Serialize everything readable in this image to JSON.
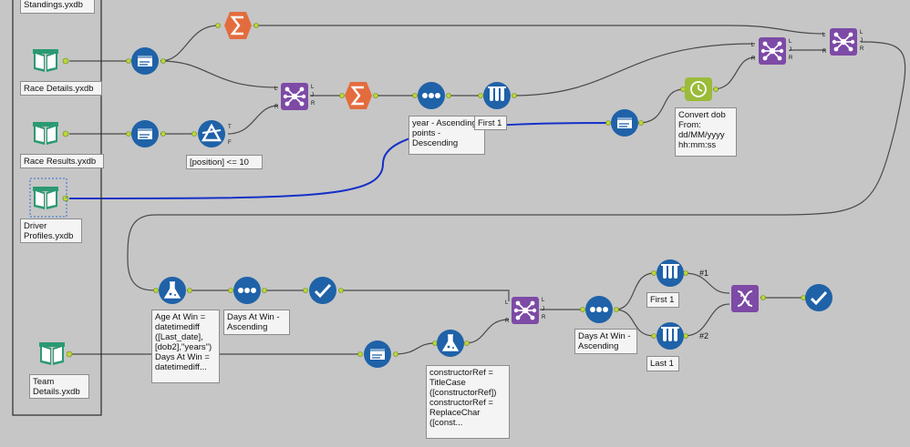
{
  "inputs": {
    "standings": "Standings.yxdb",
    "race_details": "Race Details.yxdb",
    "race_results": "Race Results.yxdb",
    "driver_profiles": "Driver\nProfiles.yxdb",
    "team_details": "Team\nDetails.yxdb"
  },
  "annotations": {
    "filter_position": "[position] <= 10",
    "sort_year_points": "year - Ascending\npoints -\nDescending",
    "sample_first1_top": "First 1",
    "datetime_convert": "Convert dob\nFrom:\ndd/MM/yyyy\nhh:mm:ss",
    "formula_age": "Age At Win =\ndatetimediff\n([Last_date],\n[dob2],\"years\")\nDays At Win =\ndatetimediff...",
    "sort_days_1": "Days At Win -\nAscending",
    "formula_constructor": "constructorRef =\nTitleCase\n([constructorRef])\nconstructorRef =\nReplaceChar\n([const...",
    "sort_days_2": "Days At Win -\nAscending",
    "sample_first1": "First 1",
    "sample_last1": "Last 1",
    "union_tag_1": "#1",
    "union_tag_2": "#2"
  },
  "anchors": {
    "join_left": "L",
    "join_join": "J",
    "join_right": "R",
    "filter_true": "T",
    "filter_false": "F"
  },
  "colors": {
    "canvas": "#c6c6c6",
    "input_green": "#2a9a72",
    "prep_blue": "#1f62a8",
    "join_purple": "#7d4aa6",
    "summarize_orange": "#e36c3e",
    "datetime_green": "#9bbb3a",
    "connector_gray": "#4a4a4a",
    "selected_connector": "#1530c8"
  },
  "icons": [
    "book-icon",
    "select-icon",
    "filter-icon",
    "summarize-icon",
    "join-icon",
    "sort-icon",
    "sample-icon",
    "datetime-icon",
    "formula-icon",
    "browse-icon",
    "union-icon"
  ]
}
